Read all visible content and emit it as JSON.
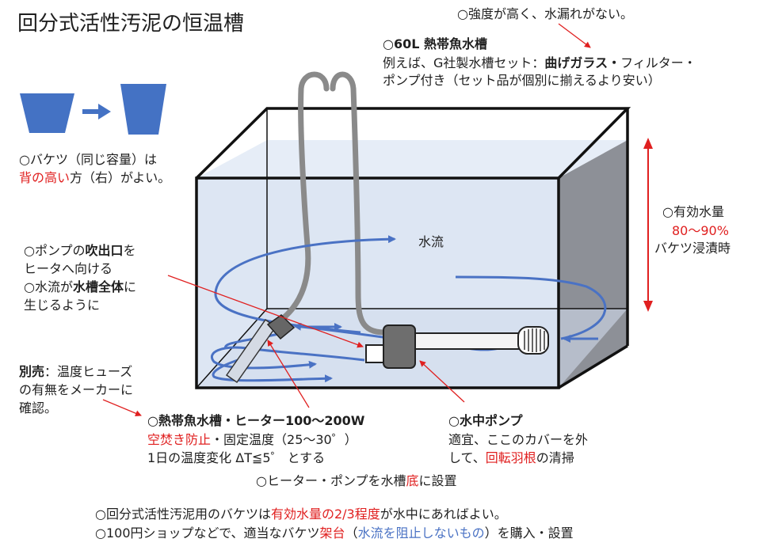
{
  "title": "回分式活性汚泥の恒温槽",
  "top_note": "○強度が高く、水漏れがない。",
  "tank": {
    "heading": "○60L 熱帯魚水槽",
    "line1_a": "例えば、G社製水槽セット：",
    "line1_b": "曲げガラス・",
    "line1_c": "フィルター・",
    "line2": "ポンプ付き（セット品が個別に揃えるより安い）"
  },
  "bucket": {
    "line1": "○バケツ（同じ容量）は",
    "line2_red": "背の高い",
    "line2_rest": "方（右）がよい。"
  },
  "volume": {
    "line1": "○有効水量",
    "line2": "80～90%",
    "line3": "バケツ浸漬時"
  },
  "flow_label": "水流",
  "pump_note": {
    "line1_a": "○ポンプの",
    "line1_b": "吹出口",
    "line1_c": "を",
    "line2": "ヒータへ向ける",
    "line3_a": "○水流が",
    "line3_b": "水槽全体",
    "line3_c": "に",
    "line4": "生じるように"
  },
  "fuse_note": {
    "line1_a": "別売",
    "line1_b": "：温度ヒューズ",
    "line2": "の有無をメーカーに",
    "line3": "確認。"
  },
  "heater": {
    "line1": "○熱帯魚水槽・ヒーター100～200W",
    "line2_red": "空焚き防止",
    "line2_rest": "・固定温度（25～30゜）",
    "line3": "1日の温度変化 ΔT≦5゜ とする"
  },
  "pump": {
    "line1": "○水中ポンプ",
    "line2": "適宜、ここのカバーを外",
    "line3_a": "して、",
    "line3_b": "回転羽根",
    "line3_c": "の清掃"
  },
  "bottom_note": {
    "a": "○ヒーター・ポンプを水槽",
    "b": "底",
    "c": "に設置"
  },
  "footer": {
    "line1_a": "○回分式活性汚泥用のバケツは",
    "line1_b": "有効水量の2/3程度",
    "line1_c": "が水中にあればよい。",
    "line2_a": "○100円ショップなどで、適当なバケツ",
    "line2_b": "架台",
    "line2_c": "（",
    "line2_d": "水流を阻止しないもの",
    "line2_e": "）を購入・設置"
  },
  "colors": {
    "accent_red": "#e02020",
    "flow_blue": "#4a72c4",
    "bucket_blue": "#4472c4",
    "water": "#dde6f3",
    "tank_side": "#8d9097"
  }
}
